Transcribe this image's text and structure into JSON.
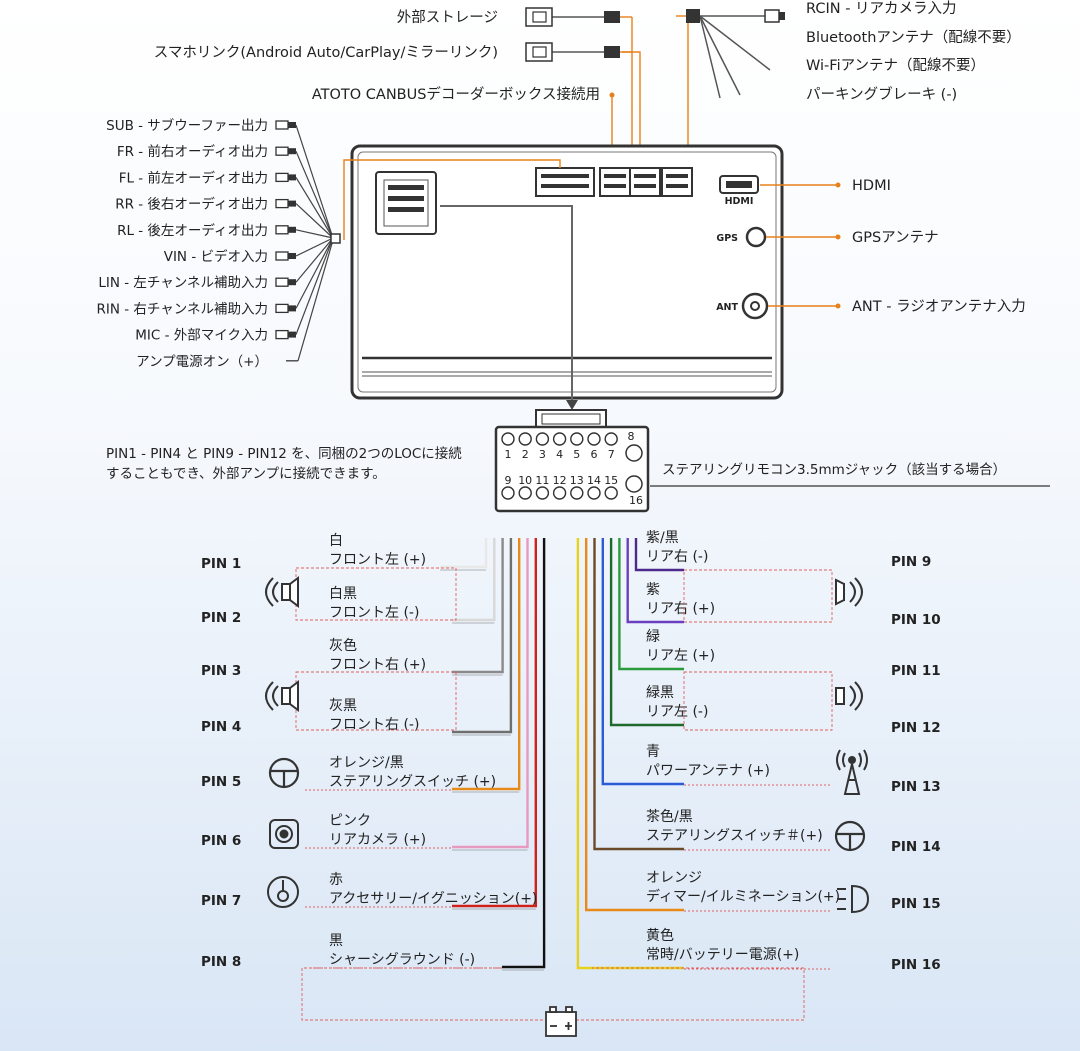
{
  "top_connectors": {
    "external_storage": "外部ストレージ",
    "smartphone_link": "スマホリンク(Android Auto/CarPlay/ミラーリンク)",
    "canbus": "ATOTO CANBUSデコーダーボックス接続用",
    "rcin": "RCIN - リアカメラ入力",
    "bluetooth": "Bluetoothアンテナ（配線不要）",
    "wifi": "Wi-Fiアンテナ（配線不要）",
    "parking": "パーキングブレーキ (-)"
  },
  "left_connectors": [
    "SUB - サブウーファー出力",
    "FR - 前右オーディオ出力",
    "FL - 前左オーディオ出力",
    "RR - 後右オーディオ出力",
    "RL - 後左オーディオ出力",
    "VIN - ビデオ入力",
    "LIN - 左チャンネル補助入力",
    "RIN - 右チャンネル補助入力",
    "MIC - 外部マイク入力",
    "アンプ電源オン（+）"
  ],
  "right_connectors": {
    "hdmi": "HDMI",
    "gps": "GPSアンテナ",
    "ant": "ANT - ラジオアンテナ入力"
  },
  "unit_labels": {
    "hdmi": "HDMI",
    "gps": "GPS",
    "ant": "ANT"
  },
  "connector_numbers": {
    "top": [
      "1",
      "2",
      "3",
      "4",
      "5",
      "6",
      "7",
      "8"
    ],
    "bottom": [
      "9",
      "10",
      "11",
      "12",
      "13",
      "14",
      "15",
      "16"
    ]
  },
  "notes": {
    "loc_line1": "PIN1 - PIN4 と PIN9 - PIN12 を、同梱の2つのLOCに接続",
    "loc_line2": "することもでき、外部アンプに接続できます。",
    "steering_jack": "ステアリングリモコン3.5mmジャック（該当する場合）"
  },
  "pins_left": [
    {
      "pin": "PIN 1",
      "color_name": "白",
      "function": "フロント左 (+)",
      "wire": "#e8e8e8"
    },
    {
      "pin": "PIN 2",
      "color_name": "白黒",
      "function": "フロント左 (-)",
      "wire": "#d8d8d8"
    },
    {
      "pin": "PIN 3",
      "color_name": "灰色",
      "function": "フロント右 (+)",
      "wire": "#8a8a8a"
    },
    {
      "pin": "PIN 4",
      "color_name": "灰黒",
      "function": "フロント右 (-)",
      "wire": "#6f6f6f"
    },
    {
      "pin": "PIN 5",
      "color_name": "オレンジ/黒",
      "function": "ステアリングスイッチ (+)",
      "wire": "#e88a1a"
    },
    {
      "pin": "PIN 6",
      "color_name": "ピンク",
      "function": "リアカメラ (+)",
      "wire": "#e79ac0"
    },
    {
      "pin": "PIN 7",
      "color_name": "赤",
      "function": "アクセサリー/イグニッション(+)",
      "wire": "#d0201a"
    },
    {
      "pin": "PIN 8",
      "color_name": "黒",
      "function": "シャーシグラウンド (-)",
      "wire": "#111111"
    }
  ],
  "pins_right": [
    {
      "pin": "PIN 9",
      "color_name": "紫/黒",
      "function": "リア右 (-)",
      "wire": "#4b2a8c"
    },
    {
      "pin": "PIN 10",
      "color_name": "紫",
      "function": "リア右 (+)",
      "wire": "#6b3fc0"
    },
    {
      "pin": "PIN 11",
      "color_name": "緑",
      "function": "リア左 (+)",
      "wire": "#2a9a3a"
    },
    {
      "pin": "PIN 12",
      "color_name": "緑黒",
      "function": "リア左 (-)",
      "wire": "#1f6a2a"
    },
    {
      "pin": "PIN 13",
      "color_name": "青",
      "function": "パワーアンテナ (+)",
      "wire": "#2b5bd6"
    },
    {
      "pin": "PIN 14",
      "color_name": "茶色/黒",
      "function": "ステアリングスイッチ＃(+)",
      "wire": "#6b4a2a"
    },
    {
      "pin": "PIN 15",
      "color_name": "オレンジ",
      "function": "ディマー/イルミネーション(+)",
      "wire": "#e88a1a"
    },
    {
      "pin": "PIN 16",
      "color_name": "黄色",
      "function": "常時/バッテリー電源(+)",
      "wire": "#e6d21a"
    }
  ],
  "colors": {
    "accent_orange": "#e8801a",
    "line_gray": "#666666",
    "dashed_red": "#e06060"
  },
  "icons": {
    "speaker": "speaker-icon",
    "steering": "steering-wheel-icon",
    "camera": "camera-icon",
    "ignition": "ignition-key-icon",
    "antenna": "power-antenna-icon",
    "illumination": "headlight-icon",
    "battery": "battery-icon"
  }
}
